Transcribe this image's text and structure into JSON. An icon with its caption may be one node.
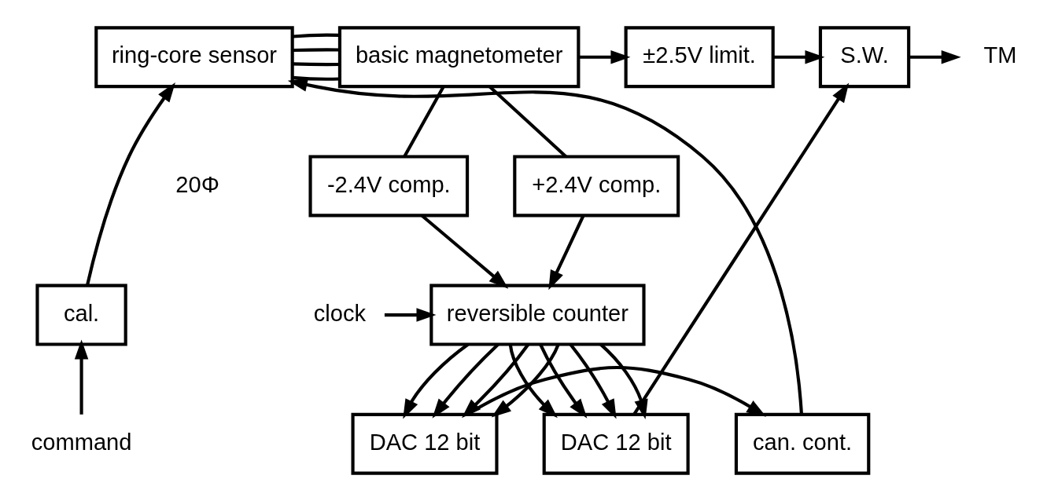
{
  "diagram": {
    "nodes": [
      {
        "text": [
          "ring-core sensor"
        ]
      },
      {
        "text": [
          "basic magnetometer"
        ]
      },
      {
        "text": [
          "+2.4V comp."
        ]
      },
      {
        "text": [
          "-2.4V comp."
        ]
      },
      {
        "text": [
          "±2.5V limit."
        ]
      },
      {
        "text": [
          "S.W."
        ]
      },
      {
        "text": [
          "TM"
        ]
      },
      {
        "text": [
          "cal."
        ]
      },
      {
        "text": [
          "command"
        ]
      },
      {
        "text": [
          "clock"
        ]
      },
      {
        "text": [
          "reversible counter"
        ]
      },
      {
        "text": [
          "can. cont."
        ]
      },
      {
        "text": [
          "DAC 12 bit"
        ]
      },
      {
        "text": [
          "DAC 12 bit"
        ]
      }
    ],
    "edges": [
      {
        "from": 0,
        "to": 1,
        "arrow": "none"
      },
      {
        "from": 0,
        "to": 1,
        "arrow": "none"
      },
      {
        "from": 0,
        "to": 1,
        "arrow": "none"
      },
      {
        "from": 0,
        "to": 1,
        "arrow": "none"
      },
      {
        "from": 1,
        "to": 4,
        "arrow": "to"
      },
      {
        "from": 1,
        "to": 2,
        "arrow": "none"
      },
      {
        "from": 1,
        "to": 3,
        "arrow": "none"
      },
      {
        "from": 2,
        "to": 10,
        "arrow": "to"
      },
      {
        "from": 3,
        "to": 10,
        "arrow": "to"
      },
      {
        "from": 4,
        "to": 5,
        "arrow": "to"
      },
      {
        "from": 5,
        "to": 6,
        "arrow": "to"
      },
      {
        "from": 7,
        "to": 0,
        "arrow": "to"
      },
      {
        "from": 8,
        "to": 7,
        "arrow": "to"
      },
      {
        "from": 9,
        "to": 10,
        "arrow": "to"
      },
      {
        "from": 10,
        "to": 12,
        "arrow": "to"
      },
      {
        "from": 10,
        "to": 12,
        "arrow": "to"
      },
      {
        "from": 10,
        "to": 12,
        "arrow": "to"
      },
      {
        "from": 10,
        "to": 12,
        "arrow": "to"
      },
      {
        "from": 10,
        "to": 13,
        "arrow": "to"
      },
      {
        "from": 10,
        "to": 13,
        "arrow": "to"
      },
      {
        "from": 10,
        "to": 13,
        "arrow": "to"
      },
      {
        "from": 10,
        "to": 13,
        "arrow": "to"
      },
      {
        "from": 12,
        "to": 11,
        "arrow": "to"
      },
      {
        "from": 11,
        "to": 0,
        "arrow": "to"
      },
      {
        "from": 13,
        "to": 5,
        "arrow": "to"
      }
    ],
    "labels": [
      "20Φ"
    ]
  }
}
